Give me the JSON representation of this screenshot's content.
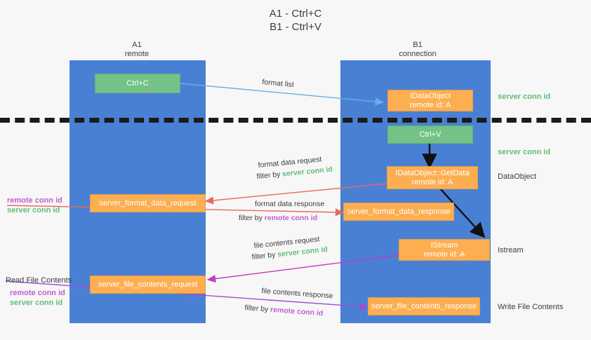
{
  "title": {
    "line1": "A1 - Ctrl+C",
    "line2": "B1 - Ctrl+V"
  },
  "columns": [
    {
      "name": "A1",
      "sub": "remote"
    },
    {
      "name": "B1",
      "sub": "connection"
    }
  ],
  "colors": {
    "lane": "#4a80d4",
    "green_node": "#74c286",
    "orange_node": "#fcae51",
    "server_conn": "#62bd77",
    "remote_conn": "#c05fd0",
    "divider": "#1b1b1b",
    "arrow_blue": "#63b0e8",
    "arrow_red": "#ea6a5a",
    "arrow_magenta": "#c23bbf",
    "arrow_purple": "#a24cd0",
    "arrow_black": "#111111",
    "background": "#f7f7f7"
  },
  "nodes": {
    "ctrl_c": {
      "line1": "Ctrl+C",
      "line2": ""
    },
    "idataobject": {
      "line1": "IDataObject",
      "line2": "remote id: A"
    },
    "ctrl_v": {
      "line1": "Ctrl+V",
      "line2": ""
    },
    "getdata": {
      "line1": "IDataObject::GetData",
      "line2": "remote id: A"
    },
    "istream": {
      "line1": "IStream",
      "line2": "remote id: A"
    },
    "fmt_req": {
      "line1": "server_format_data_request",
      "line2": ""
    },
    "fmt_resp": {
      "line1": "server_format_data_response",
      "line2": ""
    },
    "file_req": {
      "line1": "server_file_contents_request",
      "line2": ""
    },
    "file_resp": {
      "line1": "server_file_contents_response",
      "line2": ""
    }
  },
  "right_labels": {
    "server_conn_top": "server conn id",
    "server_conn_mid": "server conn id",
    "dataobject": "DataObject",
    "istream": "Istream",
    "write_file_contents": "Write File Contents"
  },
  "left_labels": {
    "remote_conn_1": "remote conn id",
    "server_conn_1": "server conn id",
    "read_file_contents": "Read File Contents",
    "remote_conn_2": "remote conn id",
    "server_conn_2": "server conn id"
  },
  "edge_labels": {
    "format_list": "format list",
    "fmt_data_request": "format data request",
    "fmt_filter_prefix": "filter by ",
    "fmt_filter_value": "server conn id",
    "fmt_data_response": "format data response",
    "fmt_resp_prefix": "filter by ",
    "fmt_resp_value": "remote conn id",
    "file_contents_request": "file contents request",
    "file_req_prefix": "filter by ",
    "file_req_value": "server conn id",
    "file_contents_response": "file contents response",
    "file_resp_prefix": "filter by ",
    "file_resp_value": "remote conn id"
  }
}
